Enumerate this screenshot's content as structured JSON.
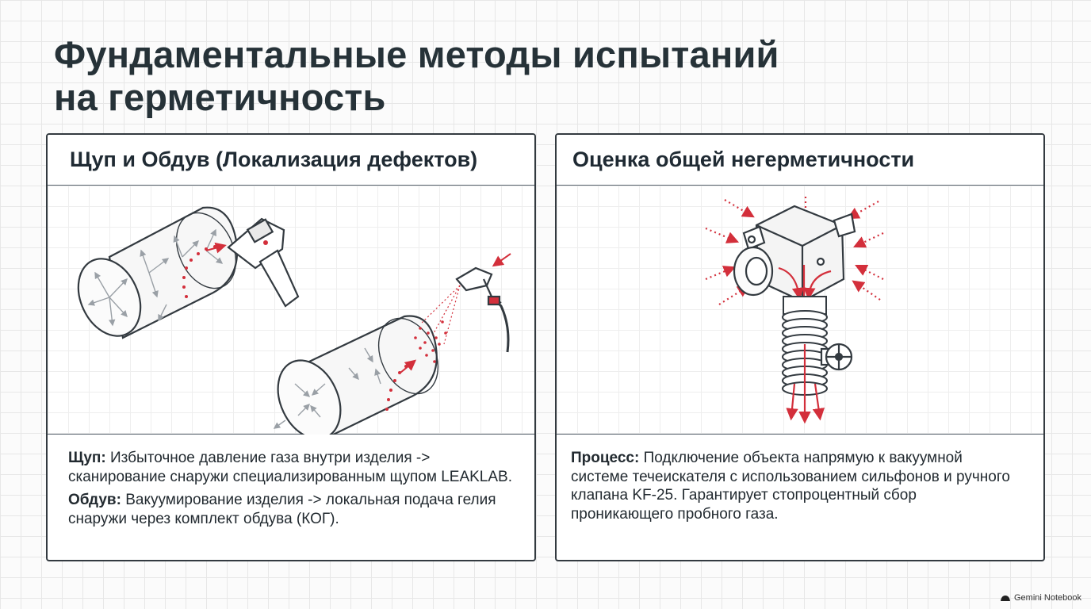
{
  "title": {
    "line1": "Фундаментальные методы испытаний",
    "line2": "на герметичность"
  },
  "left_panel": {
    "heading": "Щуп и Обдув (Локализация дефектов)",
    "items": [
      {
        "label": "Щуп:",
        "text": " Избыточное давление газа внутри изделия -> сканирование снаружи специализированным щупом LEAKLAB."
      },
      {
        "label": "Обдув:",
        "text": " Вакуумирование изделия -> локальная подача гелия снаружи через комплект обдува (КОГ)."
      }
    ]
  },
  "right_panel": {
    "heading": "Оценка общей негерметичности",
    "items": [
      {
        "label": "Процесс:",
        "text": " Подключение объекта напрямую к вакуумной системе течеискателя с использованием сильфонов и ручного клапана KF-25. Гарантирует стопроцентный сбор проникающего пробного газа."
      }
    ]
  },
  "footer": {
    "brand": "Gemini Notebook",
    "icon": "gemini-notebook-icon"
  },
  "colors": {
    "accent_red": "#d32f3b",
    "outline": "#333a40",
    "arrow_gray": "#9aa0a6"
  }
}
